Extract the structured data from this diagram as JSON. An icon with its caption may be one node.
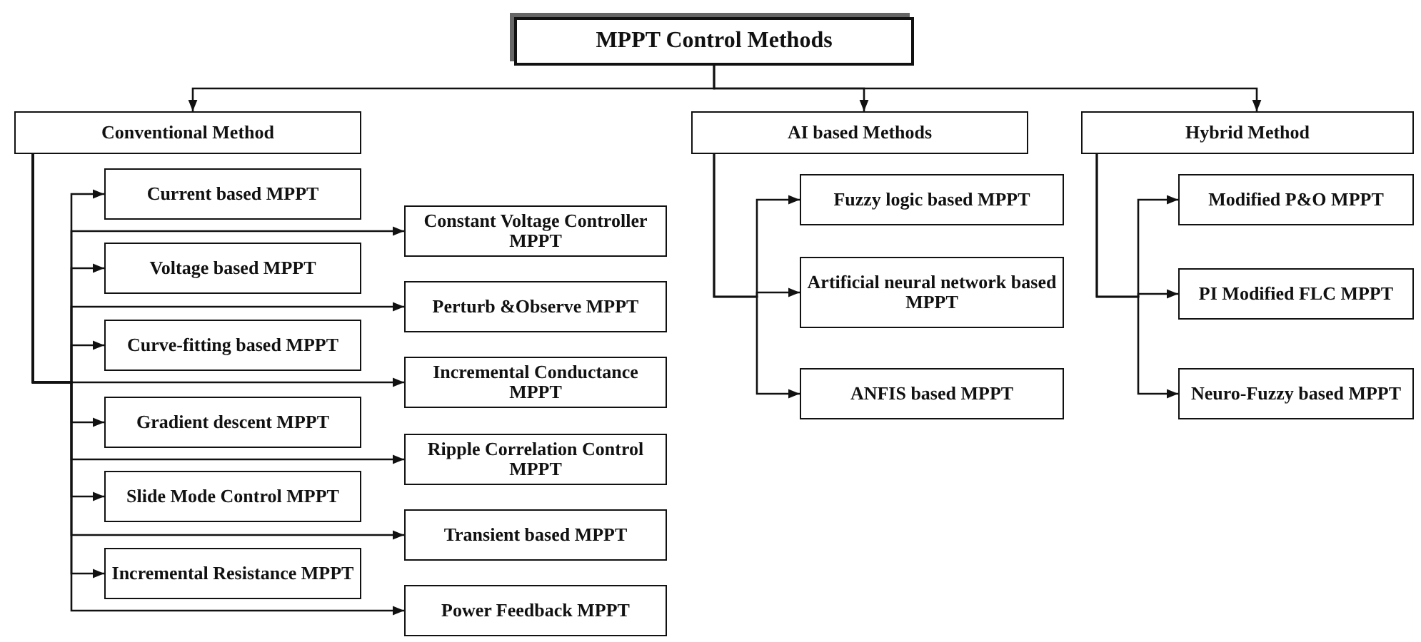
{
  "diagram": {
    "nodes": [
      {
        "text": [
          "MPPT Control Methods"
        ]
      },
      {
        "text": [
          "Conventional Method"
        ]
      },
      {
        "text": [
          "AI based Methods"
        ]
      },
      {
        "text": [
          "Hybrid Method"
        ]
      },
      {
        "text": [
          "Current based MPPT"
        ]
      },
      {
        "text": [
          "Constant Voltage Controller MPPT"
        ]
      },
      {
        "text": [
          "Voltage based MPPT"
        ]
      },
      {
        "text": [
          "Perturb &Observe MPPT"
        ]
      },
      {
        "text": [
          "Curve-fitting based MPPT"
        ]
      },
      {
        "text": [
          "Incremental Conductance MPPT"
        ]
      },
      {
        "text": [
          "Gradient descent MPPT"
        ]
      },
      {
        "text": [
          "Ripple Correlation Control MPPT"
        ]
      },
      {
        "text": [
          "Slide Mode Control MPPT"
        ]
      },
      {
        "text": [
          "Transient based MPPT"
        ]
      },
      {
        "text": [
          "Incremental Resistance MPPT"
        ]
      },
      {
        "text": [
          "Power Feedback MPPT"
        ]
      },
      {
        "text": [
          "Fuzzy logic based MPPT"
        ]
      },
      {
        "text": [
          "Artificial neural network based MPPT"
        ]
      },
      {
        "text": [
          "ANFIS based MPPT"
        ]
      },
      {
        "text": [
          "Modified P&O MPPT"
        ]
      },
      {
        "text": [
          "PI Modified FLC MPPT"
        ]
      },
      {
        "text": [
          "Neuro-Fuzzy based MPPT"
        ]
      }
    ],
    "edges": [
      {
        "from": 0,
        "to": 1,
        "arrow": "to"
      },
      {
        "from": 0,
        "to": 2,
        "arrow": "to"
      },
      {
        "from": 0,
        "to": 3,
        "arrow": "to"
      },
      {
        "from": 1,
        "to": 4,
        "arrow": "to"
      },
      {
        "from": 1,
        "to": 5,
        "arrow": "to"
      },
      {
        "from": 1,
        "to": 6,
        "arrow": "to"
      },
      {
        "from": 1,
        "to": 7,
        "arrow": "to"
      },
      {
        "from": 1,
        "to": 8,
        "arrow": "to"
      },
      {
        "from": 1,
        "to": 9,
        "arrow": "to"
      },
      {
        "from": 1,
        "to": 10,
        "arrow": "to"
      },
      {
        "from": 1,
        "to": 11,
        "arrow": "to"
      },
      {
        "from": 1,
        "to": 12,
        "arrow": "to"
      },
      {
        "from": 1,
        "to": 13,
        "arrow": "to"
      },
      {
        "from": 1,
        "to": 14,
        "arrow": "to"
      },
      {
        "from": 1,
        "to": 15,
        "arrow": "to"
      },
      {
        "from": 2,
        "to": 16,
        "arrow": "to"
      },
      {
        "from": 2,
        "to": 17,
        "arrow": "to"
      },
      {
        "from": 2,
        "to": 18,
        "arrow": "to"
      },
      {
        "from": 3,
        "to": 19,
        "arrow": "to"
      },
      {
        "from": 3,
        "to": 20,
        "arrow": "to"
      },
      {
        "from": 3,
        "to": 21,
        "arrow": "to"
      }
    ]
  }
}
